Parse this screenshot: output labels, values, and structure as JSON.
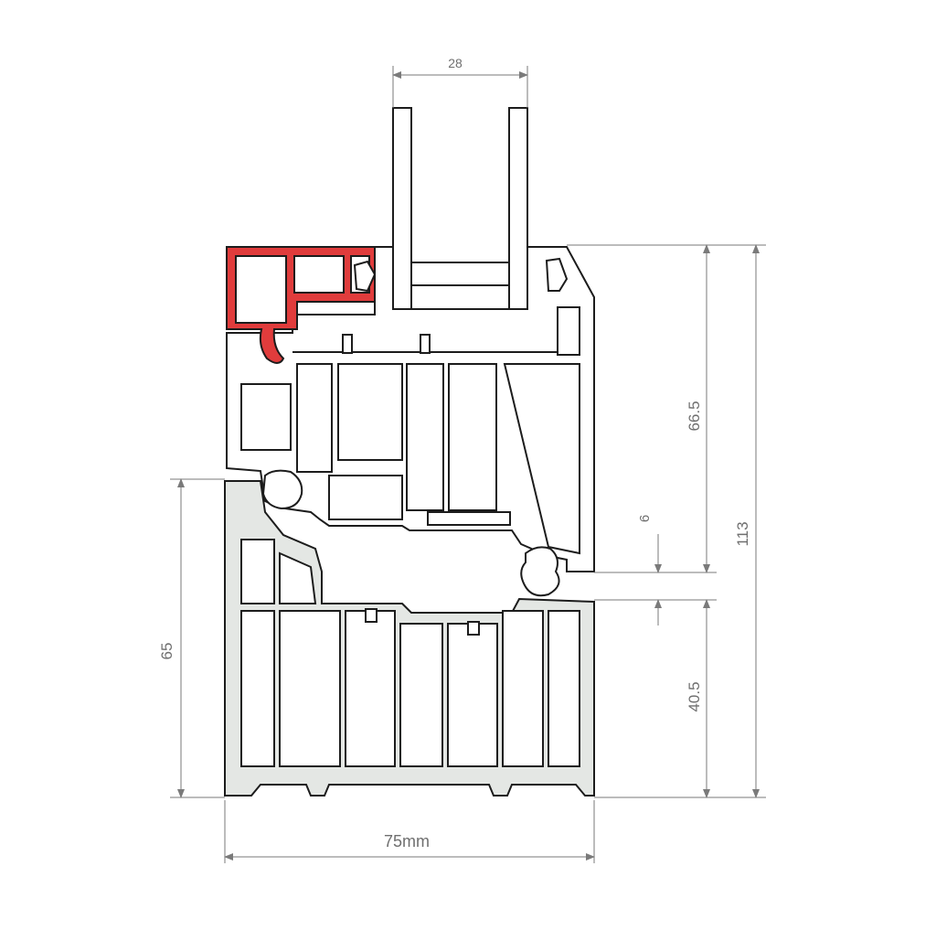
{
  "colors": {
    "reinforcement": "#e03c3c",
    "sash": "#ffffff",
    "frame": "#e4e7e4",
    "outline": "#1c1c1c",
    "dimension": "#7a7a7a"
  },
  "dimensions": {
    "glazing_width": "28",
    "frame_width": "75mm",
    "frame_height": "65",
    "sash_height": "66.5",
    "gap": "6",
    "frame_visible_height": "40.5",
    "total_height": "113"
  }
}
